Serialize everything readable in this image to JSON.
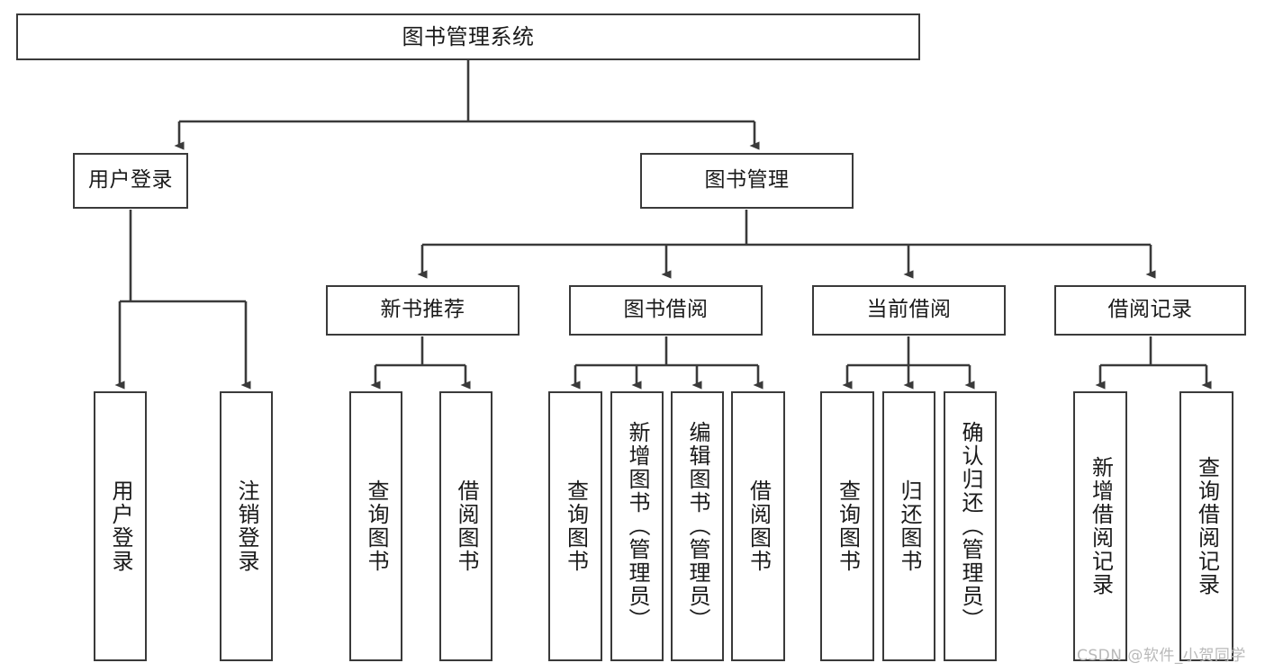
{
  "diagram": {
    "title": "图书管理系统",
    "type": "tree-hierarchy",
    "colors": {
      "stroke": "#3a3a3a",
      "fill": "#ffffff",
      "text": "#1a1a1a",
      "watermark": "#b9b9b9"
    },
    "nodes": {
      "root": {
        "label": "图书管理系统"
      },
      "level2": [
        {
          "id": "user-login",
          "label": "用户登录"
        },
        {
          "id": "book-manage",
          "label": "图书管理"
        }
      ],
      "level3": [
        {
          "id": "new-book-recommend",
          "label": "新书推荐"
        },
        {
          "id": "book-borrow",
          "label": "图书借阅"
        },
        {
          "id": "current-borrow",
          "label": "当前借阅"
        },
        {
          "id": "borrow-record",
          "label": "借阅记录"
        }
      ],
      "leaves": [
        {
          "id": "leaf-user-login",
          "label": "用户登录",
          "parent": "user-login"
        },
        {
          "id": "leaf-logout-login",
          "label": "注销登录",
          "parent": "user-login"
        },
        {
          "id": "leaf-query-book-1",
          "label": "查询图书",
          "parent": "new-book-recommend"
        },
        {
          "id": "leaf-borrow-book-1",
          "label": "借阅图书",
          "parent": "new-book-recommend"
        },
        {
          "id": "leaf-query-book-2",
          "label": "查询图书",
          "parent": "book-borrow"
        },
        {
          "id": "leaf-add-book",
          "label": "新增图书（管理员）",
          "parent": "book-borrow"
        },
        {
          "id": "leaf-edit-book",
          "label": "编辑图书（管理员）",
          "parent": "book-borrow"
        },
        {
          "id": "leaf-borrow-book-2",
          "label": "借阅图书",
          "parent": "book-borrow"
        },
        {
          "id": "leaf-query-book-3",
          "label": "查询图书",
          "parent": "current-borrow"
        },
        {
          "id": "leaf-return-book",
          "label": "归还图书",
          "parent": "current-borrow"
        },
        {
          "id": "leaf-confirm-return",
          "label": "确认归还（管理员）",
          "parent": "current-borrow"
        },
        {
          "id": "leaf-add-record",
          "label": "新增借阅记录",
          "parent": "borrow-record"
        },
        {
          "id": "leaf-query-record",
          "label": "查询借阅记录",
          "parent": "borrow-record"
        }
      ]
    },
    "watermark": "CSDN @软件_小贺同学"
  }
}
